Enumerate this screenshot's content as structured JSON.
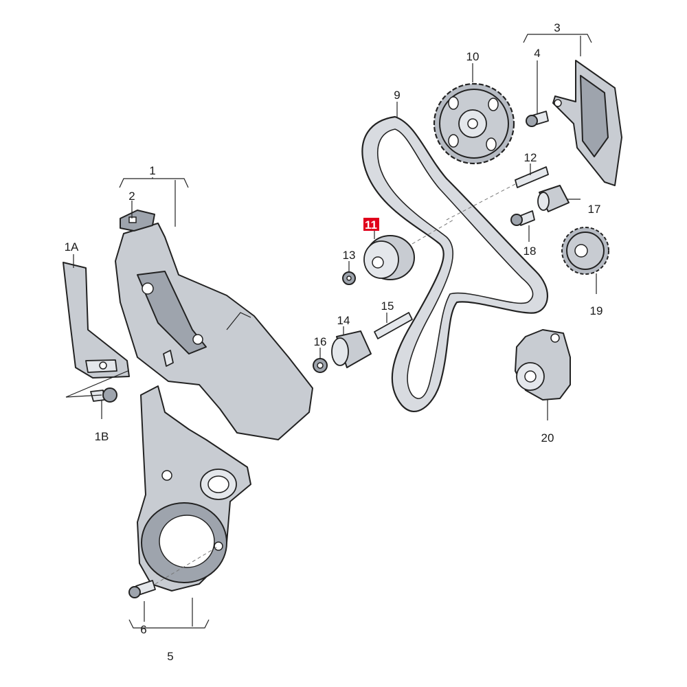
{
  "highlight_color": "#e0001b",
  "labels": {
    "l1": "1",
    "l1a": "1A",
    "l1b": "1B",
    "l2": "2",
    "l3": "3",
    "l4": "4",
    "l5": "5",
    "l6": "6",
    "l9": "9",
    "l10": "10",
    "l11": "11",
    "l12": "12",
    "l13": "13",
    "l14": "14",
    "l15": "15",
    "l16": "16",
    "l17": "17",
    "l18": "18",
    "l19": "19",
    "l20": "20"
  }
}
